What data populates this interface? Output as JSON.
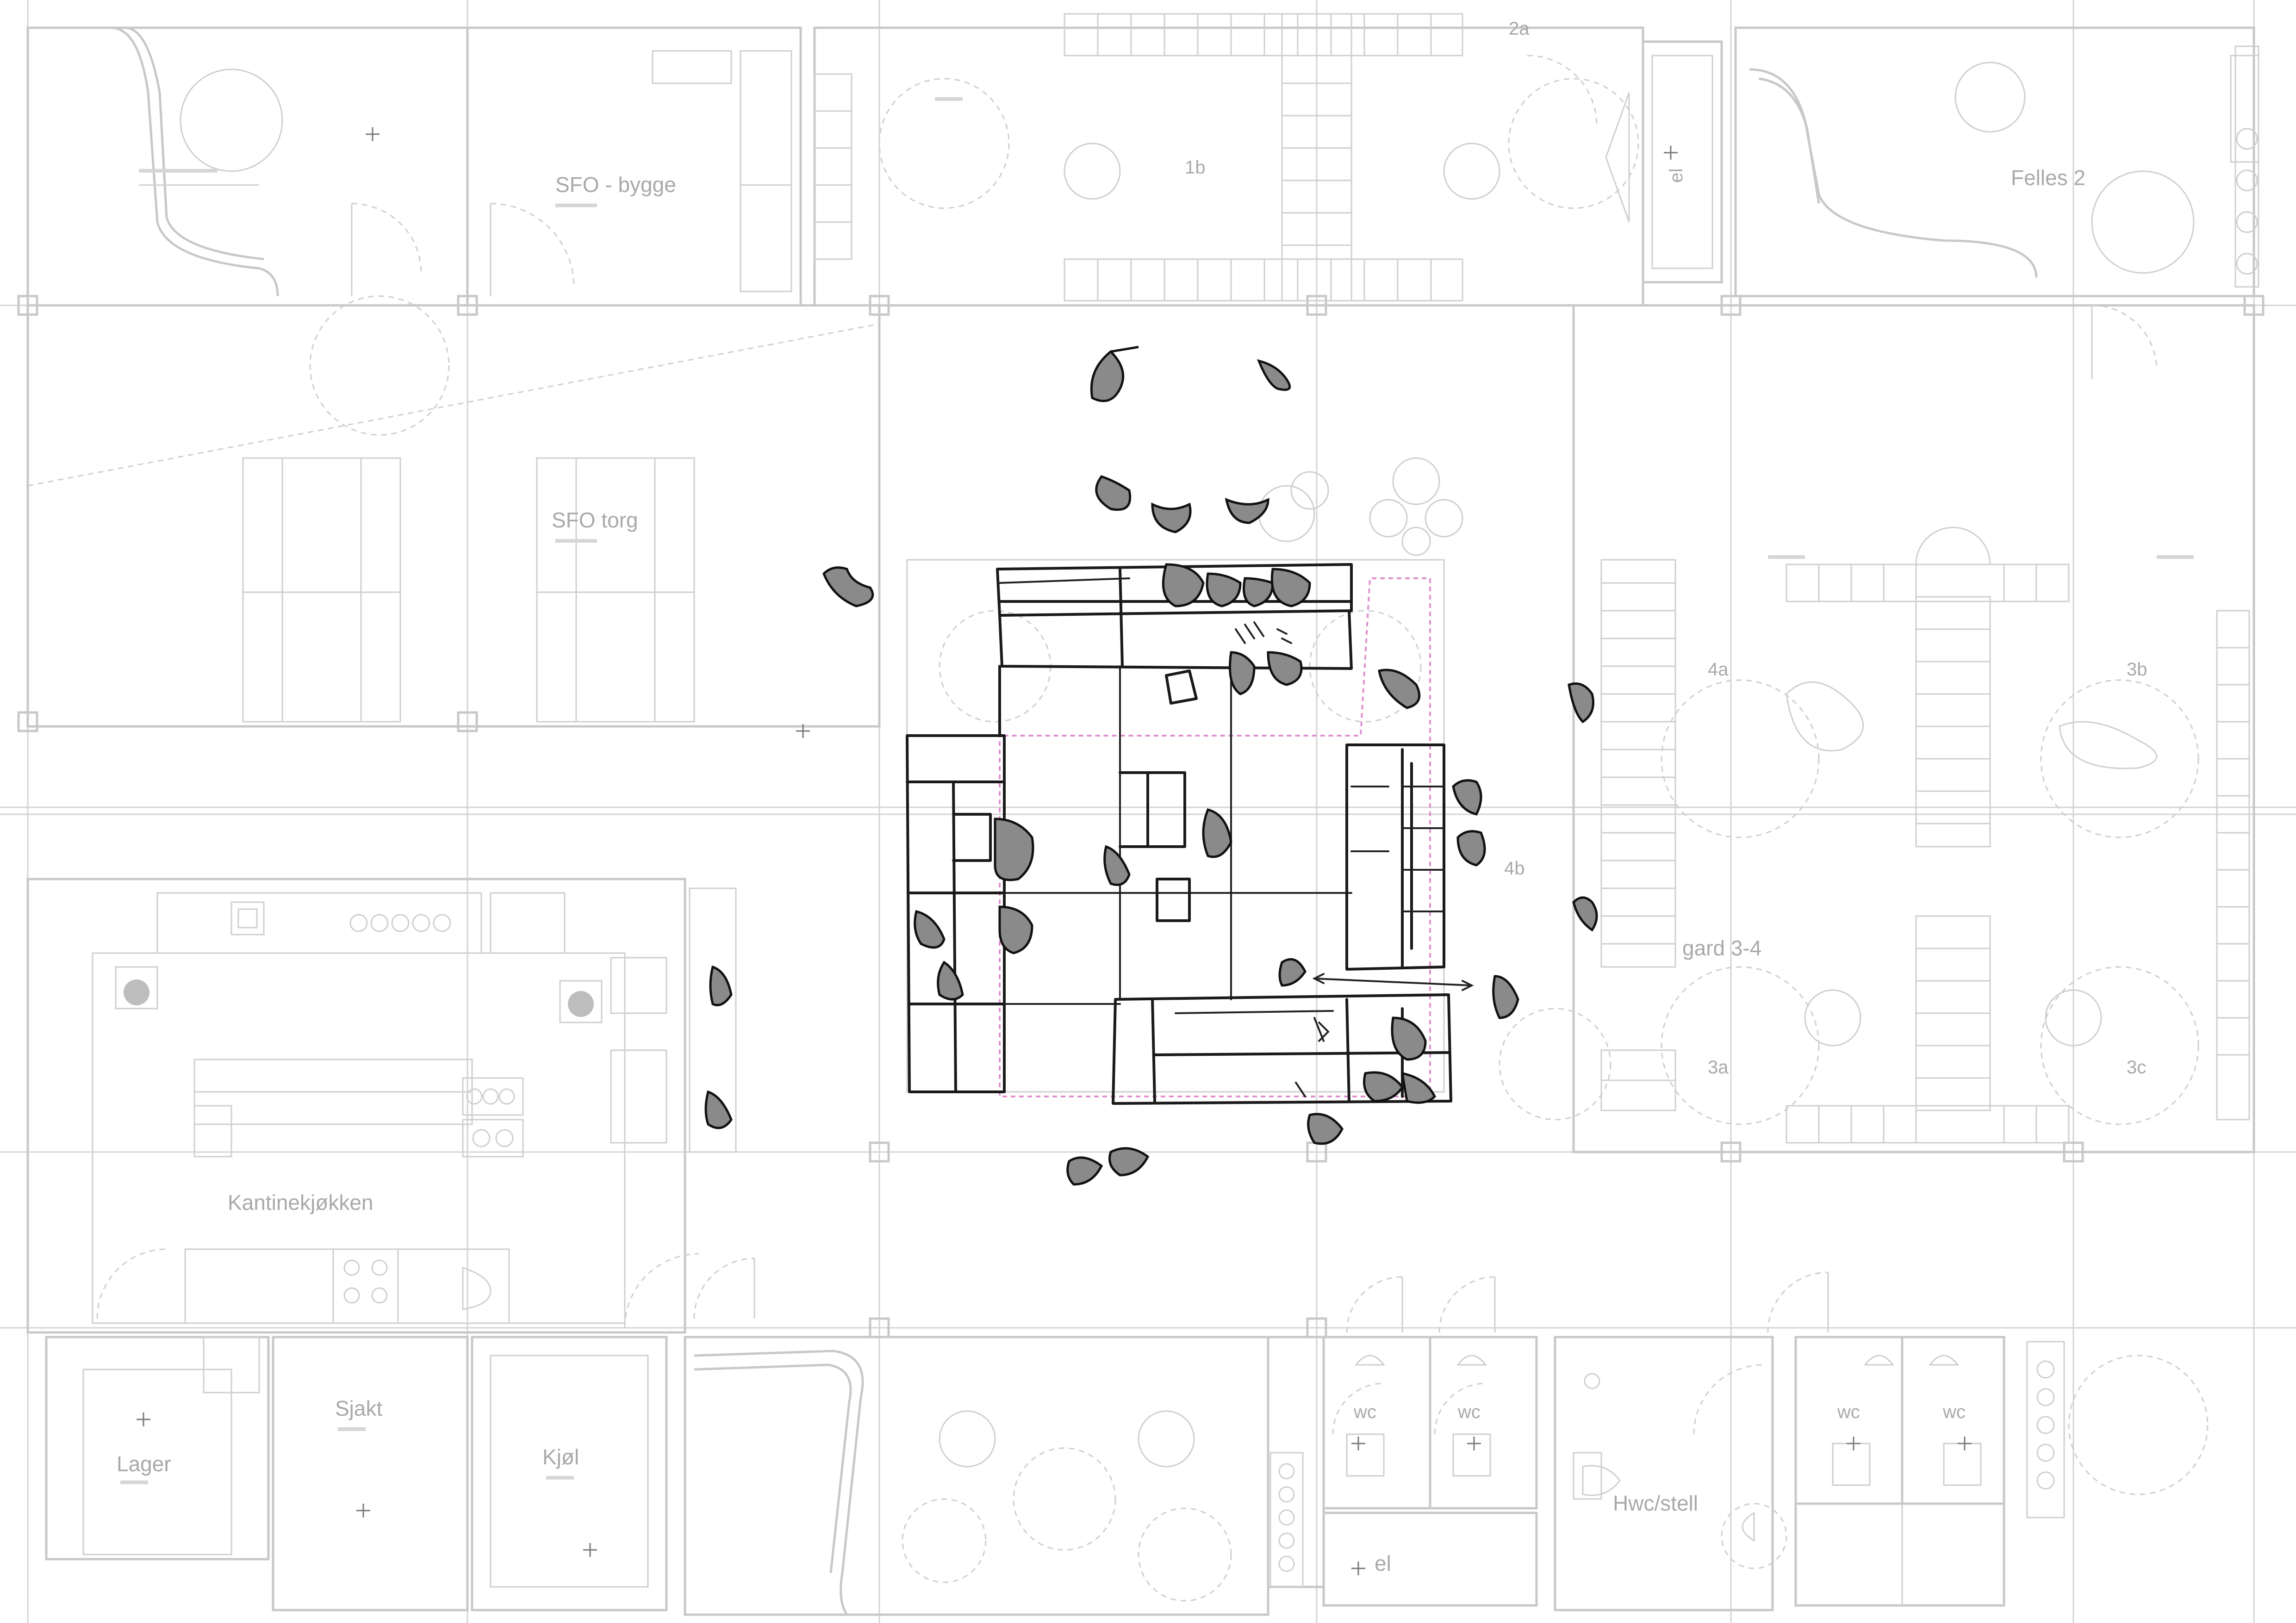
{
  "rooms": {
    "sfo_bygge": "SFO - bygge",
    "r1b": "1b",
    "r2a": "2a",
    "el_top": "el",
    "felles2": "Felles 2",
    "sfo_torg": "SFO torg",
    "r4a": "4a",
    "r3b": "3b",
    "r4b": "4b",
    "gard34": "gard 3-4",
    "r3a": "3a",
    "r3c": "3c",
    "kantinekjokken": "Kantinekjøkken",
    "lager": "Lager",
    "sjakt": "Sjakt",
    "kjol": "Kjøl",
    "wc1": "wc",
    "wc2": "wc",
    "wc3": "wc",
    "wc4": "wc",
    "hwc": "Hwc/stell",
    "el_bottom": "el"
  },
  "colors": {
    "plan_lines": "#c8c8c8",
    "sketch_ink": "#1a1a1a",
    "stone_fill": "#8a8a8a",
    "accent_dashed": "#e08fd0"
  }
}
